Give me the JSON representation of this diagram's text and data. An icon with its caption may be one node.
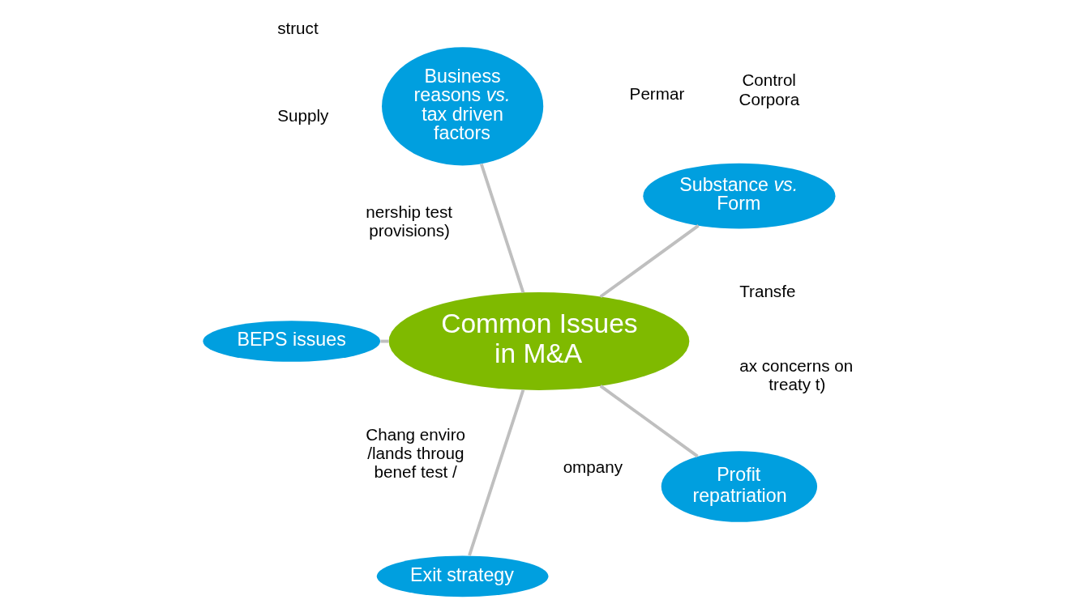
{
  "diagram": {
    "nodes": [
      {
        "text": [
          "Common Issues in M&A"
        ]
      },
      {
        "text": [
          "Substance *vs.* Form"
        ]
      },
      {
        "text": [
          "Business reasons *vs.* tax driven factors"
        ]
      },
      {
        "text": [
          "BEPS issues"
        ]
      },
      {
        "text": [
          "Exit strategy"
        ]
      },
      {
        "text": [
          "Profit repatriation"
        ]
      }
    ],
    "edges": [
      {
        "from": 0,
        "to": 1,
        "arrow": "none"
      },
      {
        "from": 0,
        "to": 2,
        "arrow": "none"
      },
      {
        "from": 0,
        "to": 3,
        "arrow": "none"
      },
      {
        "from": 0,
        "to": 4,
        "arrow": "none"
      },
      {
        "from": 0,
        "to": 5,
        "arrow": "none"
      }
    ],
    "labels": [
      "ompany",
      "struct",
      "Chang enviro /lands throug benef test /",
      "ax concerns on treaty t)",
      "nership test provisions)",
      "Supply",
      "Transfe",
      "Control Corpora",
      "Permar"
    ]
  }
}
